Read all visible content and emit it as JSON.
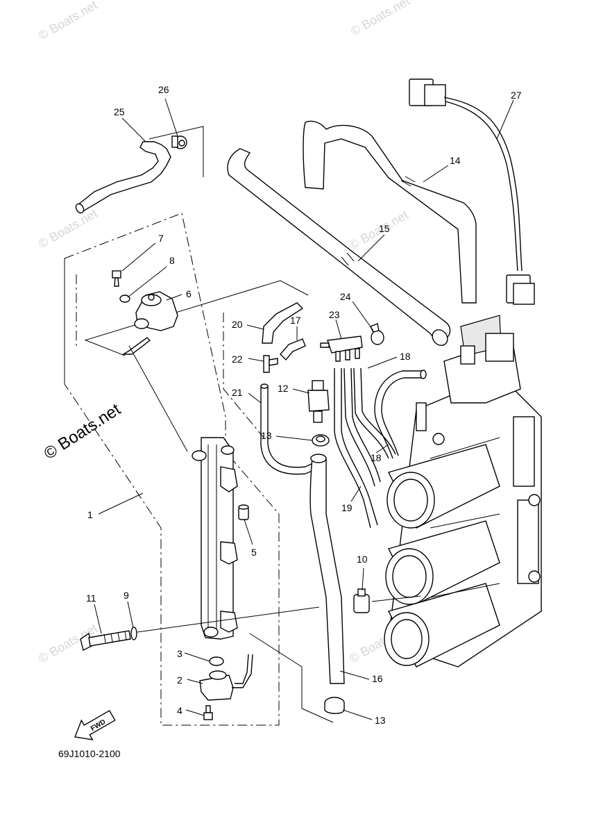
{
  "watermarks": {
    "site": "© Boats.net",
    "main": "© Boats.net"
  },
  "fwd_label": "FWD",
  "diagram_code": "69J1010-2100",
  "callouts": {
    "c1": "1",
    "c2": "2",
    "c3": "3",
    "c4": "4",
    "c5": "5",
    "c6": "6",
    "c7": "7",
    "c8": "8",
    "c9": "9",
    "c10": "10",
    "c11": "11",
    "c12": "12",
    "c13a": "13",
    "c13b": "13",
    "c14": "14",
    "c15": "15",
    "c16": "16",
    "c17": "17",
    "c18a": "18",
    "c18b": "18",
    "c19": "19",
    "c20": "20",
    "c21": "21",
    "c22": "22",
    "c23": "23",
    "c24": "24",
    "c25": "25",
    "c26": "26",
    "c27": "27"
  }
}
